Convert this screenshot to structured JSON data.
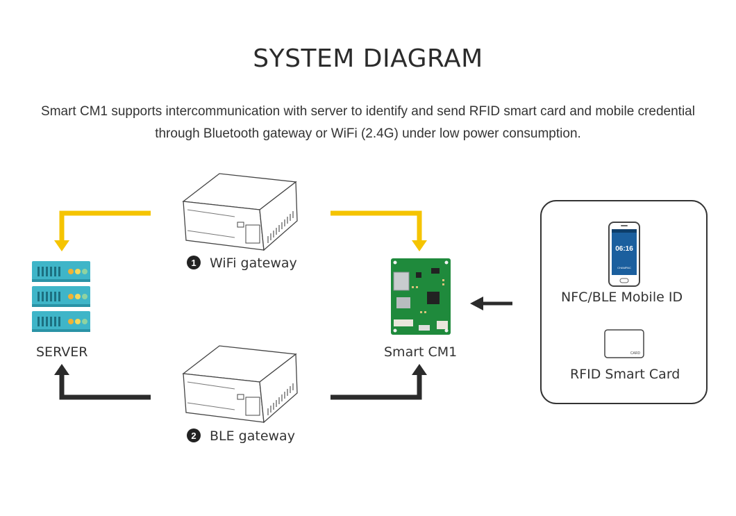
{
  "title": "SYSTEM DIAGRAM",
  "description": "Smart CM1 supports intercommunication with server to identify and send RFID smart card and mobile credential through Bluetooth gateway or WiFi (2.4G) under low power consumption.",
  "nodes": {
    "server": {
      "label": "SERVER"
    },
    "wifi_gateway": {
      "number": "1",
      "label": "WiFi gateway"
    },
    "ble_gateway": {
      "number": "2",
      "label": "BLE gateway"
    },
    "smart_cm1": {
      "label": "Smart CM1"
    },
    "mobile_id": {
      "label": "NFC/BLE Mobile ID",
      "screen_brand": "CHAMPAC",
      "screen_time": "06:16"
    },
    "smart_card": {
      "label": "RFID Smart Card",
      "card_text": "CARD"
    }
  },
  "colors": {
    "wifi_arrow": "#f5c400",
    "ble_arrow": "#2b2b2b",
    "server_teal": "#3fb5c8",
    "board_green": "#1f8a3c"
  }
}
